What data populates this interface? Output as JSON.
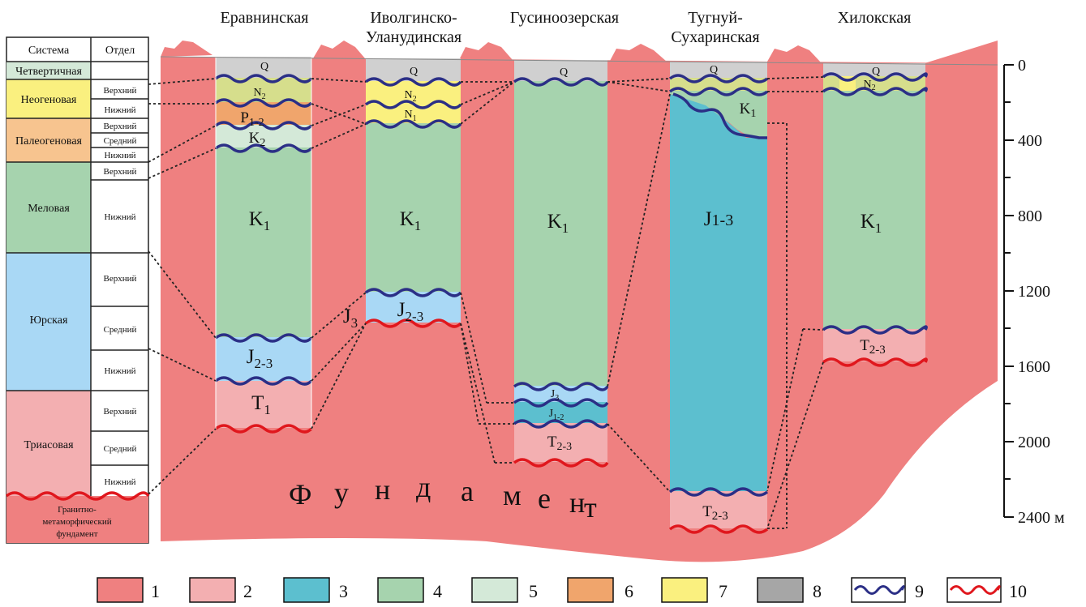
{
  "columns": [
    {
      "title": "Еравнинская"
    },
    {
      "title_line1": "Иволгинско-",
      "title_line2": "Уланудинская"
    },
    {
      "title": "Гусиноозерская"
    },
    {
      "title_line1": "Тугнуй-",
      "title_line2": "Сухаринская"
    },
    {
      "title": "Хилокская"
    }
  ],
  "table": {
    "header_system": "Система",
    "header_division": "Отдел",
    "systems": [
      "Четвертичная",
      "Неогеновая",
      "Палеогеновая",
      "Меловая",
      "Юрская",
      "Триасовая"
    ],
    "divisions": {
      "neogene": [
        "Верхний",
        "Нижний"
      ],
      "paleogene": [
        "Верхний",
        "Средний",
        "Нижний"
      ],
      "cretaceous": [
        "Верхний",
        "Нижний"
      ],
      "jurassic": [
        "Верхний",
        "Средний",
        "Нижний"
      ],
      "triassic": [
        "Верхний",
        "Средний",
        "Нижний"
      ]
    },
    "basement_lines": [
      "Гранитно-",
      "метаморфический",
      "фундамент"
    ]
  },
  "scale": {
    "ticks": [
      "0",
      "400",
      "800",
      "1200",
      "1600",
      "2000",
      "2400 м"
    ]
  },
  "basement_label": [
    "Ф",
    "у",
    "н",
    "д",
    "а",
    "м",
    "е",
    "н",
    "т"
  ],
  "units": {
    "Q": "Q",
    "N": "N",
    "P": "P",
    "K": "K",
    "J": "J",
    "T": "T",
    "sub_2": "2",
    "sub_1": "1",
    "sub_3": "3",
    "sub_12": "1-2",
    "sub_23": "2-3",
    "sub_13": "1-3"
  },
  "legend": [
    {
      "label": "1",
      "color": "#ef8080"
    },
    {
      "label": "2",
      "color": "#f3afb1"
    },
    {
      "label": "3",
      "color": "#5cbfcf"
    },
    {
      "label": "4",
      "color": "#a6d3ae"
    },
    {
      "label": "5",
      "color": "#d4e9d8"
    },
    {
      "label": "6",
      "color": "#f0a56c"
    },
    {
      "label": "7",
      "color": "#faf07f"
    },
    {
      "label": "8",
      "color": "#a6a6a6"
    },
    {
      "label": "9",
      "color": "#2b2f86",
      "kind": "blue-wavy-line"
    },
    {
      "label": "10",
      "color": "#e0171d",
      "kind": "red-wavy-line"
    }
  ]
}
